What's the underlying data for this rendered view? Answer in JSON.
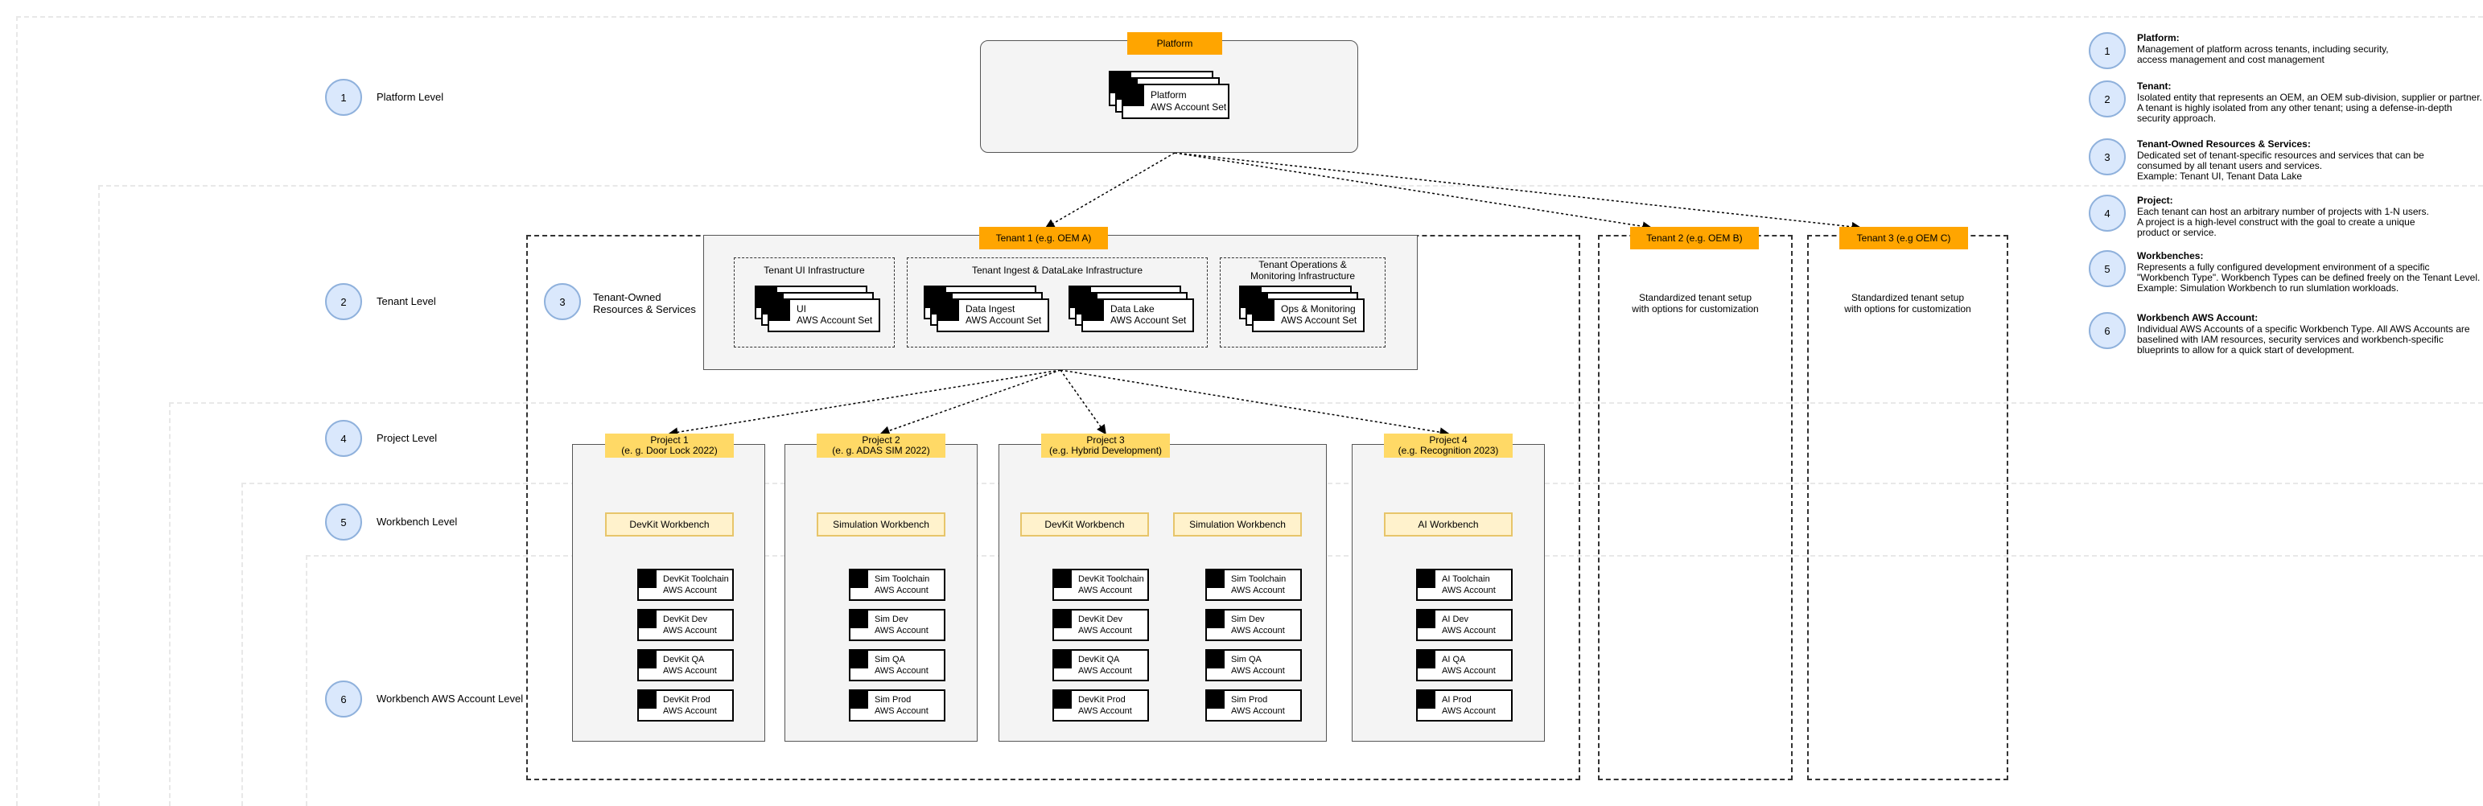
{
  "levels": [
    {
      "num": "1",
      "label": "Platform Level"
    },
    {
      "num": "2",
      "label": "Tenant Level"
    },
    {
      "num": "4",
      "label": "Project Level"
    },
    {
      "num": "5",
      "label": "Workbench Level"
    },
    {
      "num": "6",
      "label": "Workbench AWS Account Level"
    }
  ],
  "platform": {
    "tab": "Platform",
    "account_line1": "Platform",
    "account_line2": "AWS Account Set"
  },
  "tenant1": {
    "tab": "Tenant 1 (e.g. OEM A)",
    "resources_num": "3",
    "resources_label_1": "Tenant-Owned",
    "resources_label_2": "Resources & Services",
    "groups": [
      {
        "title": "Tenant UI Infrastructure",
        "sets": [
          {
            "l1": "UI",
            "l2": "AWS Account Set"
          }
        ]
      },
      {
        "title": "Tenant Ingest & DataLake Infrastructure",
        "sets": [
          {
            "l1": "Data Ingest",
            "l2": "AWS Account Set"
          },
          {
            "l1": "Data Lake",
            "l2": "AWS Account Set"
          }
        ]
      },
      {
        "title_1": "Tenant Operations &",
        "title_2": "Monitoring Infrastructure",
        "sets": [
          {
            "l1": "Ops & Monitoring",
            "l2": "AWS Account Set"
          }
        ]
      }
    ]
  },
  "tenant2": {
    "tab": "Tenant 2 (e.g. OEM B)",
    "text": "Standardized tenant setup\nwith options for customization"
  },
  "tenant3": {
    "tab": "Tenant 3 (e.g OEM C)",
    "text": "Standardized tenant setup\nwith options for customization"
  },
  "projects": [
    {
      "tab_1": "Project 1",
      "tab_2": "(e. g. Door Lock 2022)",
      "workbenches": [
        {
          "label": "DevKit Workbench",
          "accounts": [
            "DevKit Toolchain",
            "DevKit Dev",
            "DevKit QA",
            "DevKit Prod"
          ]
        }
      ]
    },
    {
      "tab_1": "Project 2",
      "tab_2": "(e. g. ADAS SIM 2022)",
      "workbenches": [
        {
          "label": "Simulation Workbench",
          "accounts": [
            "Sim Toolchain",
            "Sim Dev",
            "Sim QA",
            "Sim Prod"
          ]
        }
      ]
    },
    {
      "tab_1": "Project 3",
      "tab_2": "(e.g. Hybrid Development)",
      "workbenches": [
        {
          "label": "DevKit Workbench",
          "accounts": [
            "DevKit Toolchain",
            "DevKit Dev",
            "DevKit QA",
            "DevKit Prod"
          ]
        },
        {
          "label": "Simulation Workbench",
          "accounts": [
            "Sim Toolchain",
            "Sim Dev",
            "Sim QA",
            "Sim Prod"
          ]
        }
      ]
    },
    {
      "tab_1": "Project 4",
      "tab_2": "(e.g. Recognition 2023)",
      "workbenches": [
        {
          "label": "AI Workbench",
          "accounts": [
            "AI Toolchain",
            "AI Dev",
            "AI QA",
            "AI Prod"
          ]
        }
      ]
    }
  ],
  "account_suffix": "AWS Account",
  "legend": [
    {
      "num": "1",
      "title": "Platform:",
      "body": "Management of platform across tenants, including security,\naccess management and cost management"
    },
    {
      "num": "2",
      "title": "Tenant:",
      "body": "Isolated entity that represents an OEM, an OEM sub-division, supplier or partner.\nA tenant is highly isolated from any other tenant; using a defense-in-depth\nsecurity approach."
    },
    {
      "num": "3",
      "title": "Tenant-Owned Resources & Services:",
      "body": "Dedicated set of tenant-specific resources and services that can be\nconsumed by all tenant users and services.\nExample: Tenant UI, Tenant Data Lake"
    },
    {
      "num": "4",
      "title": "Project:",
      "body": "Each tenant can host an arbitrary number of projects with 1-N users.\nA project is a high-level construct with the goal to create a unique\nproduct or service."
    },
    {
      "num": "5",
      "title": "Workbenches:",
      "body": "Represents a fully configured development environment of a specific\n\"Workbench Type\". Workbench Types can be defined freely on the Tenant Level.\nExample: Simulation Workbench to run slumlation workloads."
    },
    {
      "num": "6",
      "title": "Workbench AWS Account:",
      "body": "Individual AWS Accounts of a specific Workbench Type. All AWS Accounts are\nbaselined with IAM resources, security services and workbench-specific\nblueprints to allow for a quick start of development."
    }
  ],
  "icon_names": [
    "aws-cloud-icon"
  ],
  "colors": {
    "tenant_tab": "#ffa500",
    "project_tab": "#ffd966",
    "workbench": "#fff2cc",
    "level_circle": "#dae8fc"
  }
}
